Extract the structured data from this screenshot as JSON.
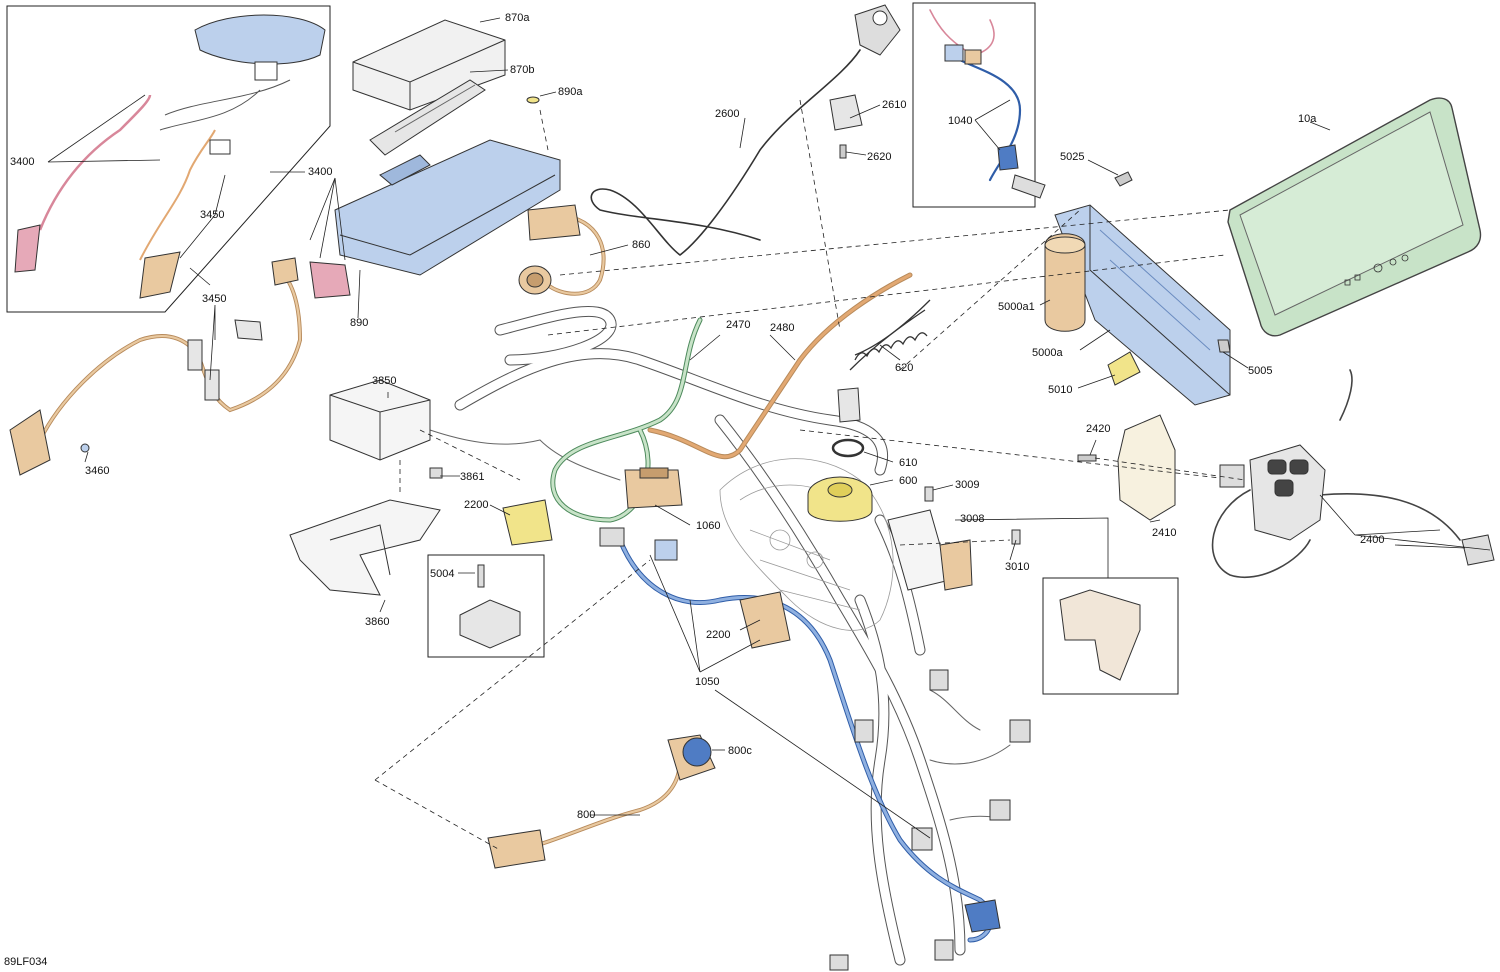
{
  "figure_code": "89LF034",
  "colors": {
    "blue_part": "#bcd0ec",
    "blue_cable": "#4f7cc4",
    "tan_part": "#e9c9a0",
    "tan_cable": "#e2a872",
    "green_part": "#c8e3c8",
    "green_cable": "#7fb88a",
    "yellow_part": "#f1e48a",
    "pink_cable": "#d8879a",
    "pink_part": "#e6a9b8",
    "harness": "#ffffff",
    "line": "#333333"
  },
  "callouts": [
    {
      "id": "870a",
      "text": "870a"
    },
    {
      "id": "870b",
      "text": "870b"
    },
    {
      "id": "890a",
      "text": "890a"
    },
    {
      "id": "890",
      "text": "890"
    },
    {
      "id": "860",
      "text": "860"
    },
    {
      "id": "2600",
      "text": "2600"
    },
    {
      "id": "2610",
      "text": "2610"
    },
    {
      "id": "2620",
      "text": "2620"
    },
    {
      "id": "1040",
      "text": "1040"
    },
    {
      "id": "10a",
      "text": "10a"
    },
    {
      "id": "5025",
      "text": "5025"
    },
    {
      "id": "5000a1",
      "text": "5000a1"
    },
    {
      "id": "5000a",
      "text": "5000a"
    },
    {
      "id": "5010",
      "text": "5010"
    },
    {
      "id": "5005",
      "text": "5005"
    },
    {
      "id": "3400a",
      "text": "3400"
    },
    {
      "id": "3400b",
      "text": "3400"
    },
    {
      "id": "3450a",
      "text": "3450"
    },
    {
      "id": "3450b",
      "text": "3450"
    },
    {
      "id": "3460",
      "text": "3460"
    },
    {
      "id": "3850",
      "text": "3850"
    },
    {
      "id": "3861",
      "text": "3861"
    },
    {
      "id": "3860",
      "text": "3860"
    },
    {
      "id": "5004",
      "text": "5004"
    },
    {
      "id": "2200a",
      "text": "2200"
    },
    {
      "id": "2200b",
      "text": "2200"
    },
    {
      "id": "1060",
      "text": "1060"
    },
    {
      "id": "1050",
      "text": "1050"
    },
    {
      "id": "2470",
      "text": "2470"
    },
    {
      "id": "2480",
      "text": "2480"
    },
    {
      "id": "620",
      "text": "620"
    },
    {
      "id": "610",
      "text": "610"
    },
    {
      "id": "600",
      "text": "600"
    },
    {
      "id": "3009",
      "text": "3009"
    },
    {
      "id": "3008",
      "text": "3008"
    },
    {
      "id": "3010",
      "text": "3010"
    },
    {
      "id": "2420",
      "text": "2420"
    },
    {
      "id": "2410",
      "text": "2410"
    },
    {
      "id": "2400",
      "text": "2400"
    },
    {
      "id": "800c",
      "text": "800c"
    },
    {
      "id": "800",
      "text": "800"
    }
  ]
}
